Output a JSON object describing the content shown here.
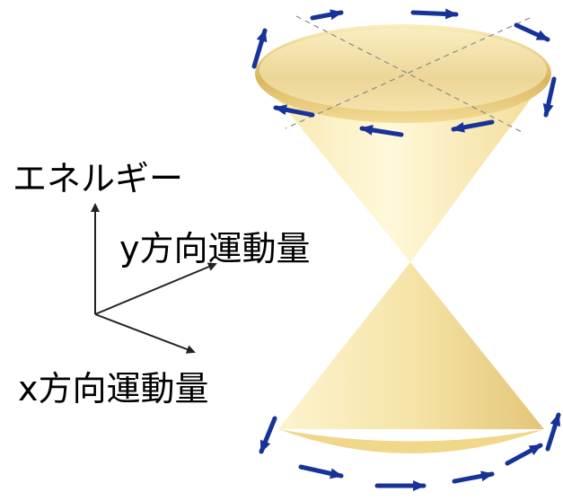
{
  "axes": {
    "energy_label": "エネルギー",
    "py_label": "y方向運動量",
    "px_label": "x方向運動量"
  },
  "colors": {
    "cone_light": "#fff6cf",
    "cone_mid": "#f3dc8f",
    "cone_dark": "#d9b25c",
    "spin_arrow": "#17339a",
    "axis": "#222222"
  },
  "icons": [
    "axis-arrow",
    "spin-arrow-icon"
  ]
}
